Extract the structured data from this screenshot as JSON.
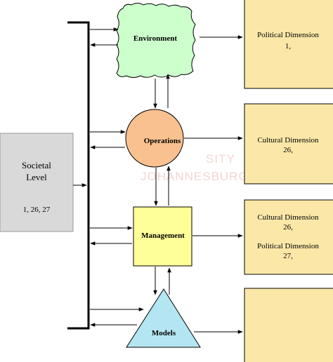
{
  "societal": {
    "title_line1": "Societal",
    "title_line2": "Level",
    "dimensions": "1, 26, 27"
  },
  "nodes": {
    "environment": "Environment",
    "operations": "Operations",
    "management": "Management",
    "models": "Models"
  },
  "dimension_boxes": [
    {
      "line1": "Political Dimension",
      "line2": "1,"
    },
    {
      "line1": "Cultural Dimension",
      "line2": "26,"
    },
    {
      "line1": "Cultural Dimension",
      "line2": "26,",
      "line3": "Political Dimension",
      "line4": "27,"
    },
    {
      "line1": ""
    }
  ],
  "watermark": {
    "line1": "SITY",
    "line2": "JOHANNESBURG"
  },
  "colors": {
    "environment_fill": "#ccffcc",
    "operations_fill": "#f9c18f",
    "management_fill": "#ffff99",
    "models_fill": "#b3e6f2",
    "dimension_fill": "#fbe8a8",
    "societal_fill": "#d9d9d9"
  }
}
